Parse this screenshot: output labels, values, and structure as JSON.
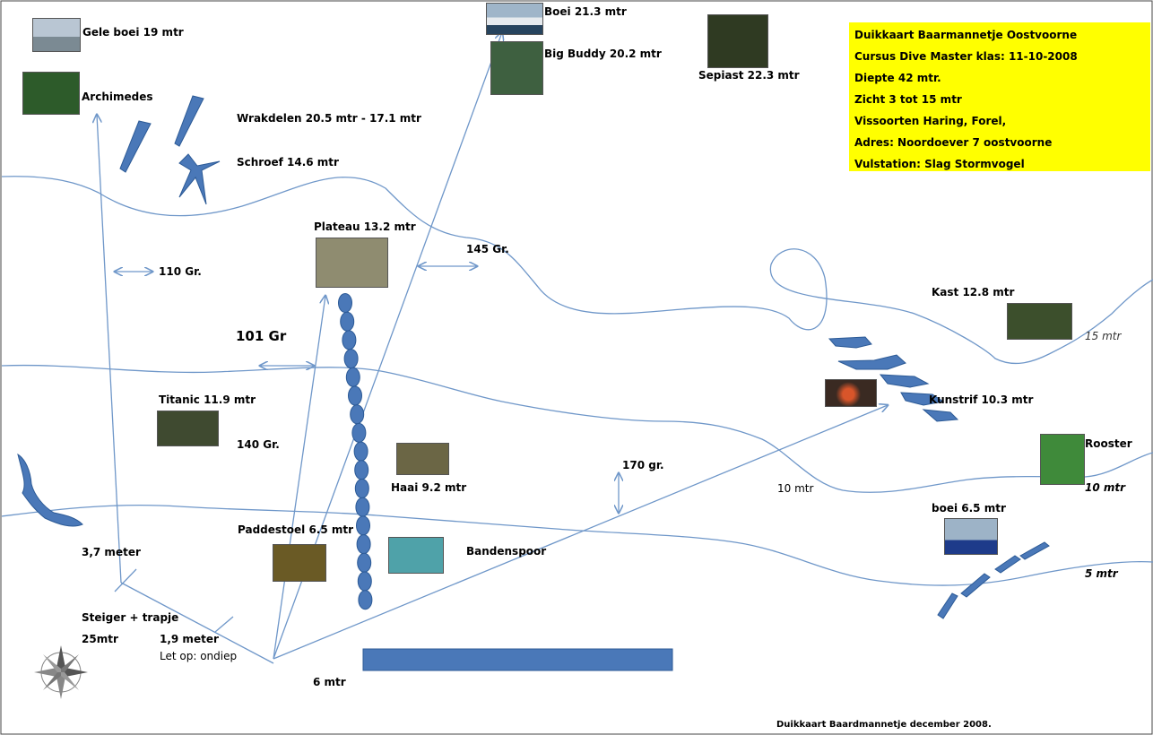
{
  "map": {
    "footer": "Duikkaart Baardmannetje december 2008.",
    "info": [
      "Duikkaart Baarmannetje Oostvoorne",
      "Cursus Dive Master klas: 11-10-2008",
      "Diepte 42 mtr.",
      "Zicht 3 tot 15 mtr",
      "Vissoorten Haring, Forel,",
      "Adres: Noordoever 7 oostvoorne",
      "Vulstation: Slag Stormvogel"
    ],
    "points": {
      "gele_boei": "Gele boei  19 mtr",
      "archimedes": "Archimedes",
      "wrakdelen": "Wrakdelen 20.5 mtr - 17.1 mtr",
      "schroef": "Schroef 14.6 mtr",
      "boei": "Boei 21.3 mtr",
      "big_buddy": "Big Buddy 20.2 mtr",
      "sepiast": "Sepiast 22.3 mtr",
      "plateau": "Plateau 13.2 mtr",
      "kast": "Kast 12.8 mtr",
      "kunstrif": "Kunstrif 10.3 mtr",
      "titanic": "Titanic 11.9 mtr",
      "haai": "Haai 9.2 mtr",
      "rooster": "Rooster",
      "boei_small": "boei 6.5  mtr",
      "paddestoel": "Paddestoel 6.5 mtr",
      "bandenspoor": "Bandenspoor"
    },
    "bearings": {
      "b110": "110 Gr.",
      "b145": "145 Gr.",
      "b101": "101 Gr",
      "b140": "140 Gr.",
      "b170": "170 gr."
    },
    "depths": {
      "d15": "15 mtr",
      "d10a": "10 mtr",
      "d10b": "10 mtr",
      "d5": "5 mtr"
    },
    "misc": {
      "meter37": "3,7 meter",
      "steiger": "Steiger + trapje",
      "mtr25": "25mtr",
      "meter19": "1,9 meter",
      "letop": "Let op: ondiep",
      "mtr6": "6 mtr"
    },
    "colors": {
      "line": "#6f97c9",
      "shape": "#4a78b8",
      "shape_border": "#2c5a96",
      "info_bg": "#ffff00"
    }
  }
}
